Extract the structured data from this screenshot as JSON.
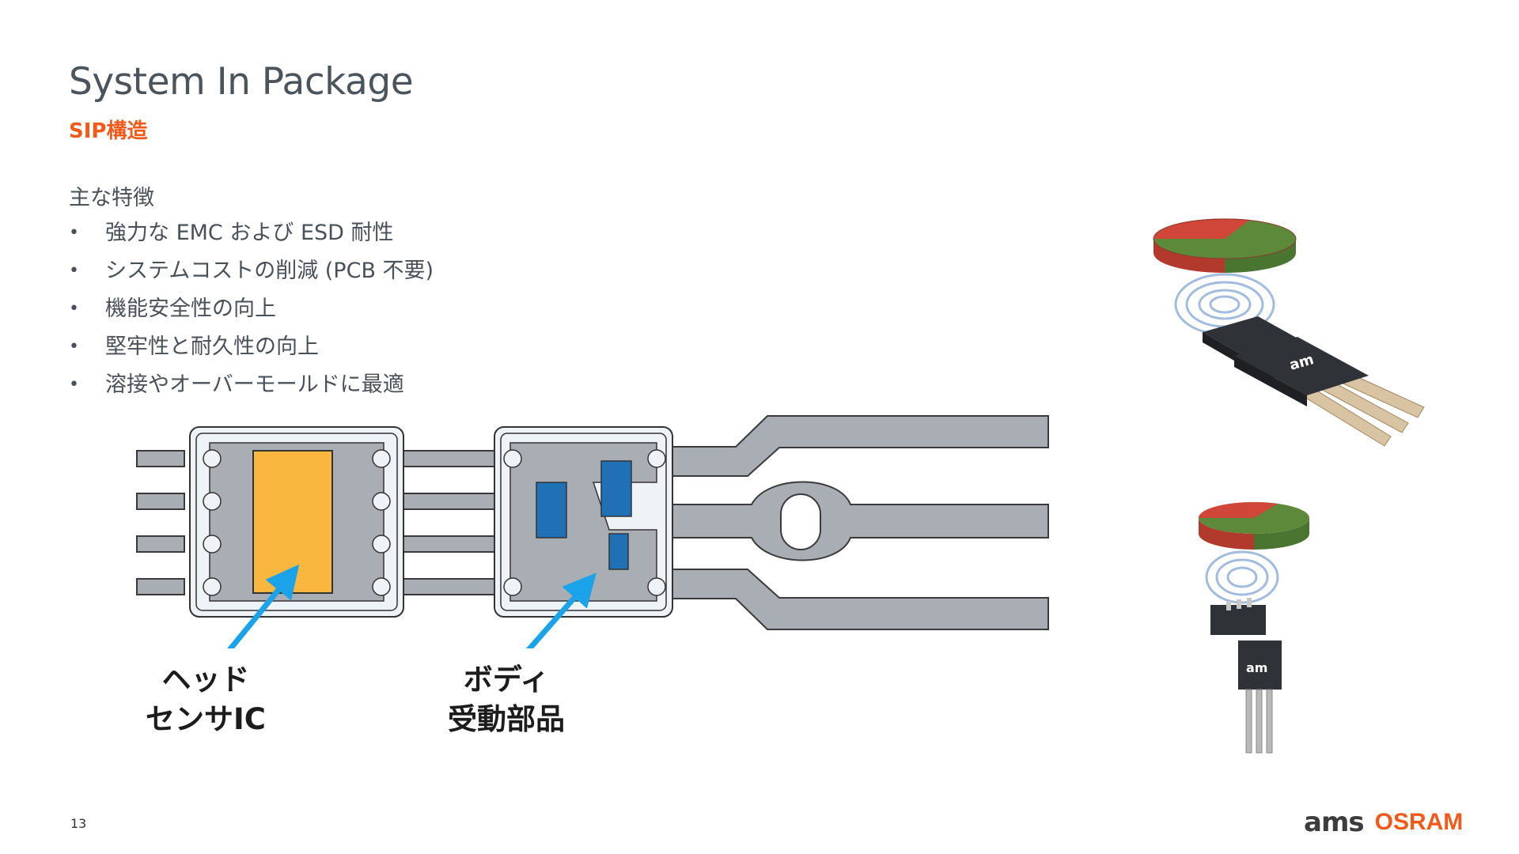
{
  "header": {
    "title": "System In Package",
    "subtitle": "SIP構造"
  },
  "features": {
    "heading": "主な特徴",
    "bullet": "•",
    "items": [
      "強力な EMC および ESD 耐性",
      "システムコストの削減 (PCB 不要)",
      "機能安全性の向上",
      "堅牢性と耐久性の向上",
      "溶接やオーバーモールドに最適"
    ]
  },
  "diagram": {
    "label_head_line1": "ヘッド",
    "label_head_line2": "センサIC",
    "label_body_line1": "ボディ",
    "label_body_line2": "受動部品",
    "colors": {
      "leadframe": "#a9aeb4",
      "leadframe_stroke": "#3a3a3a",
      "package_fill": "#eef3f8",
      "sensor_ic": "#f9b73f",
      "passive": "#1f70b4",
      "arrow": "#1aa3e8"
    }
  },
  "products": {
    "chip_brand": "am",
    "colors": {
      "magnet_red": "#d0473a",
      "magnet_green": "#5d8a3a",
      "chip_body": "#2f3236",
      "pin": "#d8c4a3",
      "field": "#7aa0d0"
    }
  },
  "footer": {
    "page_number": "13",
    "logo_ams": "ams",
    "logo_osram": "OSRAM"
  }
}
